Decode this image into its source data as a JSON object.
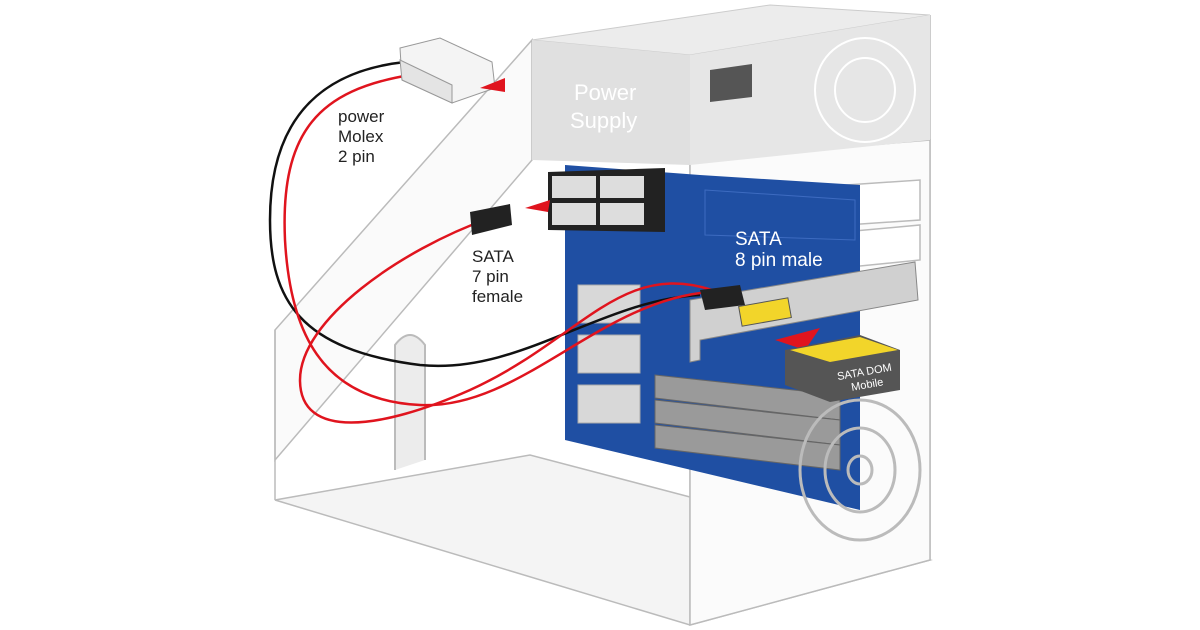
{
  "labels": {
    "power_supply": [
      "Power",
      "Supply"
    ],
    "molex": [
      "power",
      "Molex",
      "2 pin"
    ],
    "sata7": [
      "SATA",
      "7 pin",
      "female"
    ],
    "sata8": [
      "SATA",
      "8 pin male"
    ],
    "dom": [
      "SATA DOM",
      "Mobile"
    ]
  },
  "colors": {
    "motherboard": "#1f4fa3",
    "cable_red": "#e0141e",
    "cable_black": "#111111",
    "case_gray": "#e2e2e2",
    "connector_yellow": "#f2d52a"
  }
}
